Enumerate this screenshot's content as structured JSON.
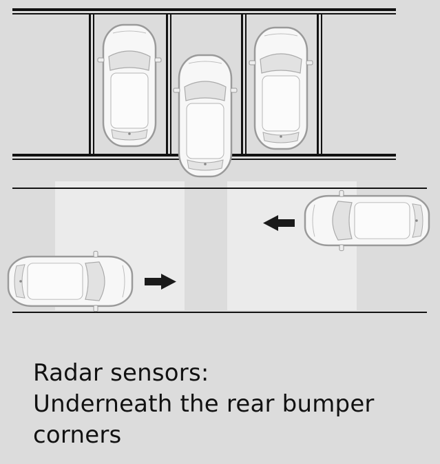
{
  "caption": {
    "line1": "Radar sensors:",
    "line2": "Underneath the rear bumper",
    "line3": "corners"
  },
  "colors": {
    "background": "#dcdcdc",
    "detection_zone": "#ebebeb",
    "lines": "#111111",
    "car_body": "#f7f7f7",
    "car_outline": "#9a9a9a",
    "arrow": "#1a1a1a"
  },
  "icons": {
    "arrow_right": "arrow-right-icon",
    "arrow_left": "arrow-left-icon"
  }
}
